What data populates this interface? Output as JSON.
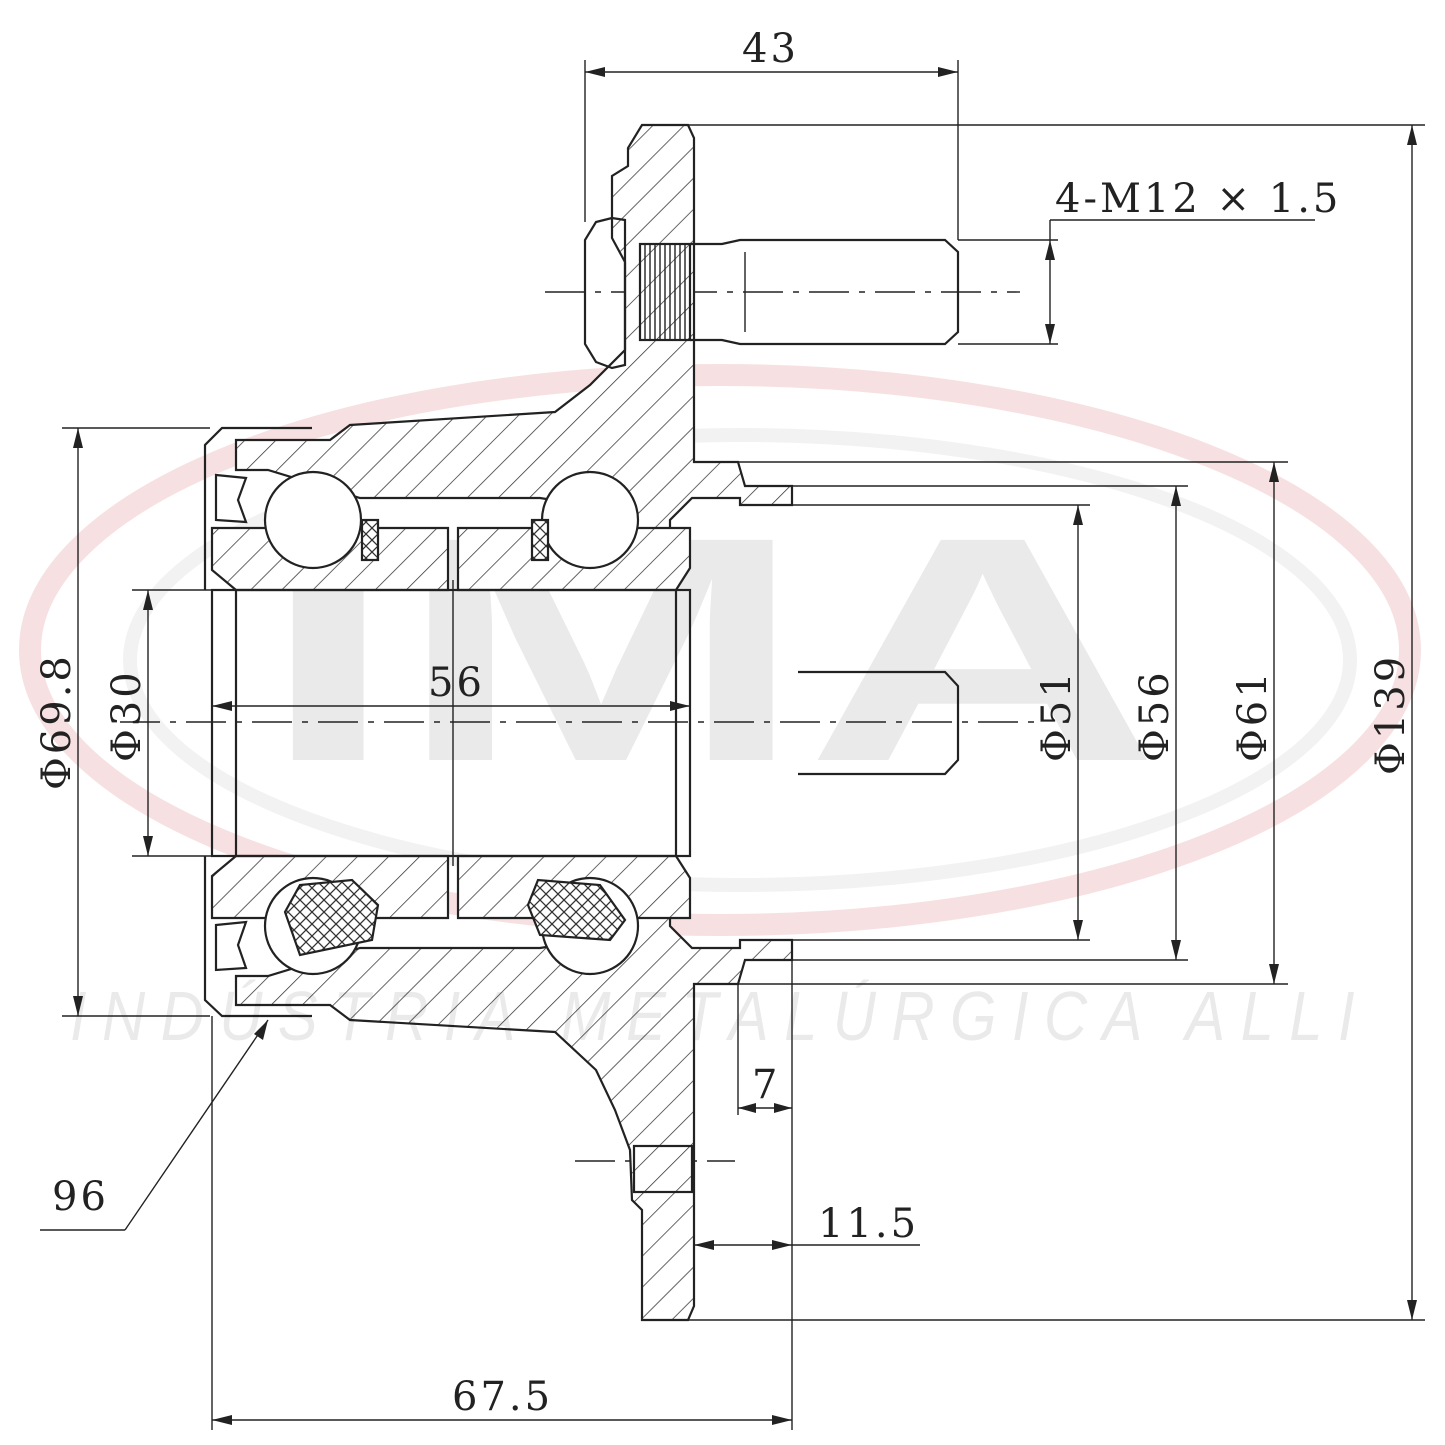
{
  "watermark": {
    "letters": "IMA",
    "tagline": "INDÚSTRIA METALÚRGICA ALLI",
    "ring_color": "#e8a6a8"
  },
  "dimensions": {
    "width_43": "43",
    "thread": "4-M12 × 1.5",
    "width_56": "56",
    "dia_69_8": "Φ69.8",
    "dia_30": "Φ30",
    "dia_51": "Φ51",
    "dia_56": "Φ56",
    "dia_61": "Φ61",
    "dia_139": "Φ139",
    "width_7": "7",
    "width_11_5": "11.5",
    "width_67_5": "67.5",
    "item_96": "96"
  }
}
